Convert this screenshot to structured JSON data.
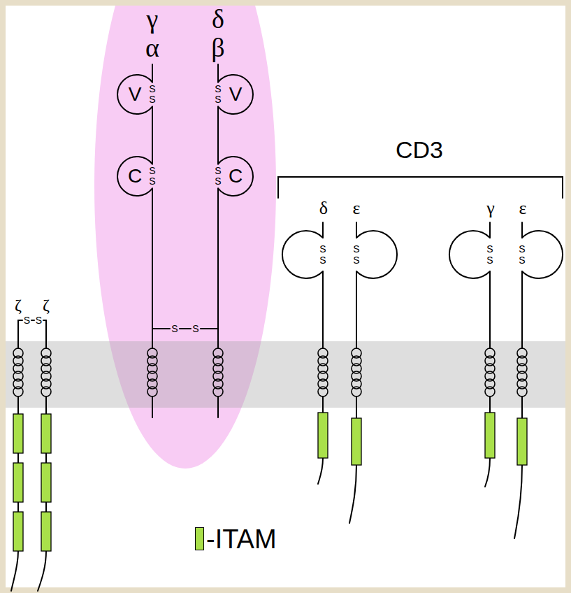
{
  "diagram": {
    "nodes": [
      {
        "text": [
          "γ",
          "δ",
          "α",
          "β"
        ]
      },
      {
        "text": [
          "V"
        ],
        "in": 0
      },
      {
        "text": [
          "V"
        ],
        "in": 0
      },
      {
        "text": [
          "C"
        ],
        "in": 0
      },
      {
        "text": [
          "C"
        ],
        "in": 0
      }
    ],
    "labels": [
      "CD3",
      "δ",
      "ε",
      "γ",
      "ε",
      "ζ",
      "ζ",
      "S",
      "S",
      "S",
      "S",
      "S",
      "S",
      "S",
      "S",
      "S",
      "S",
      "S",
      "S",
      "S",
      "S",
      "S",
      "S",
      "S",
      "S",
      "S",
      "S"
    ],
    "legend": [
      {
        "text": "-ITAM",
        "color": "#a9e04a"
      }
    ]
  }
}
